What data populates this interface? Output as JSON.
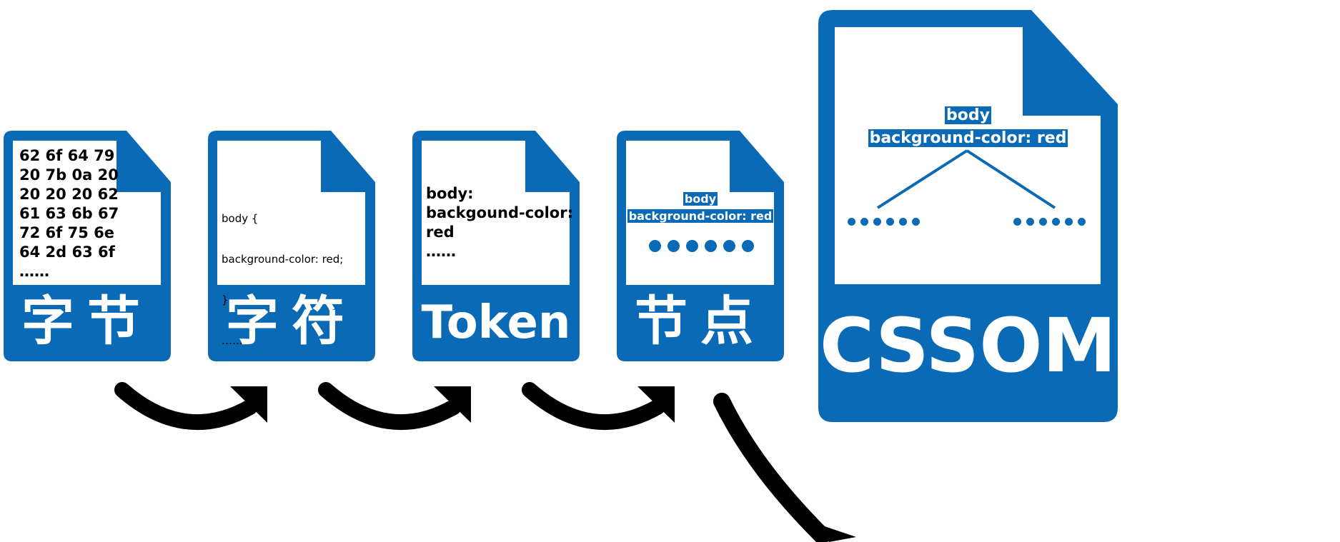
{
  "colors": {
    "doc_blue": "#0a6ab5",
    "arrow": "#000000",
    "paper": "#ffffff"
  },
  "doc_bytes": {
    "lines": [
      "62 6f 64 79",
      "20 7b 0a 20",
      "20 20 20 62",
      "61 63 6b 67",
      "72 6f 75 6e",
      "64 2d 63 6f",
      "……"
    ],
    "caption": "字节"
  },
  "doc_chars": {
    "lines": [
      "body {",
      "   background-color: red;",
      "}",
      "……"
    ],
    "caption": "字符"
  },
  "doc_tokens": {
    "lines": [
      "body:",
      "backgound-color:",
      "red",
      "……"
    ],
    "caption": "Token"
  },
  "doc_nodes": {
    "label_top": "body",
    "label_bottom": "background-color: red",
    "caption": "节点"
  },
  "doc_cssom": {
    "label_top": "body",
    "label_bottom": "background-color: red",
    "caption": "CSSOM"
  }
}
